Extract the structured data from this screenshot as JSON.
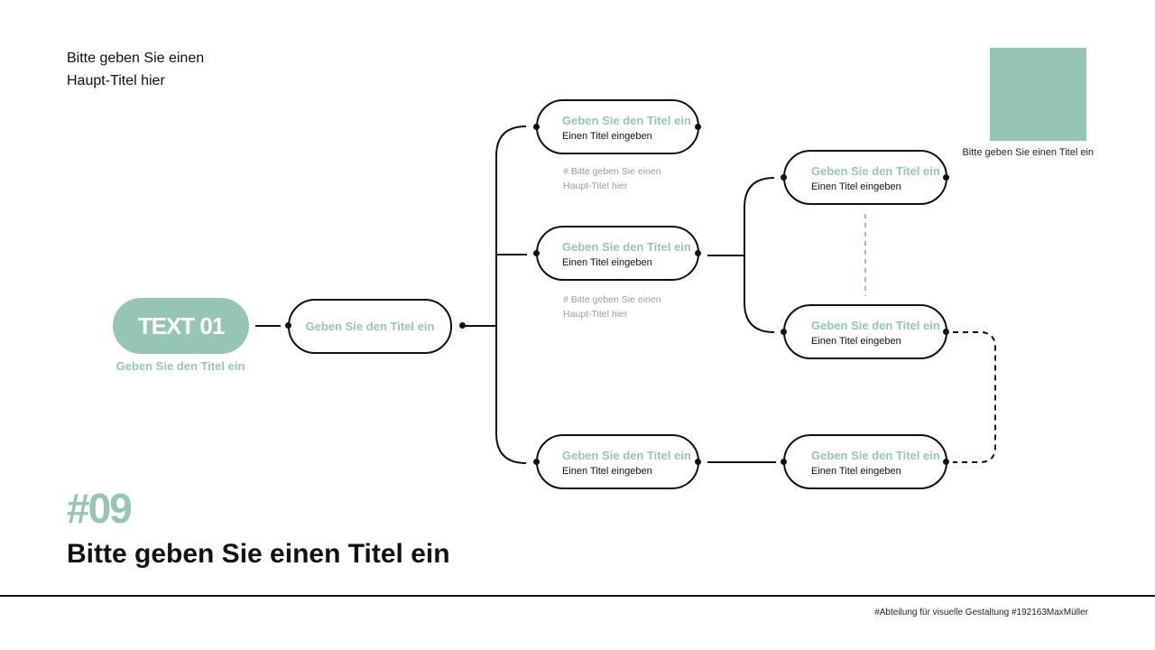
{
  "header": {
    "main_title": "Bitte geben Sie einen\nHaupt-Titel hier"
  },
  "swatch": {
    "label": "Bitte geben Sie einen Titel ein",
    "color": "#96c5b6"
  },
  "root": {
    "label": "TEXT 01",
    "caption": "Geben Sie den Titel ein"
  },
  "level1": {
    "title": "Geben Sie den Titel ein"
  },
  "nodes": [
    {
      "title": "Geben Sie den Titel ein",
      "subtitle": "Einen Titel eingeben"
    },
    {
      "title": "Geben Sie den Titel ein",
      "subtitle": "Einen Titel eingeben"
    },
    {
      "title": "Geben Sie den Titel ein",
      "subtitle": "Einen Titel eingeben"
    },
    {
      "title": "Geben Sie den Titel ein",
      "subtitle": "Einen Titel eingeben"
    },
    {
      "title": "Geben Sie den Titel ein",
      "subtitle": "Einen Titel eingeben"
    },
    {
      "title": "Geben Sie den Titel ein",
      "subtitle": "Einen Titel eingeben"
    }
  ],
  "notes": [
    "# Bitte geben Sie einen\nHaupt-Titel hier",
    "# Bitte geben Sie einen\nHaupt-Titel hier"
  ],
  "section": {
    "number": "#09",
    "title": "Bitte geben Sie einen Titel ein"
  },
  "footer": {
    "text": "#Abteilung für visuelle Gestaltung #192163MaxMüller"
  },
  "colors": {
    "accent": "#96c5b6",
    "line": "#111111"
  }
}
